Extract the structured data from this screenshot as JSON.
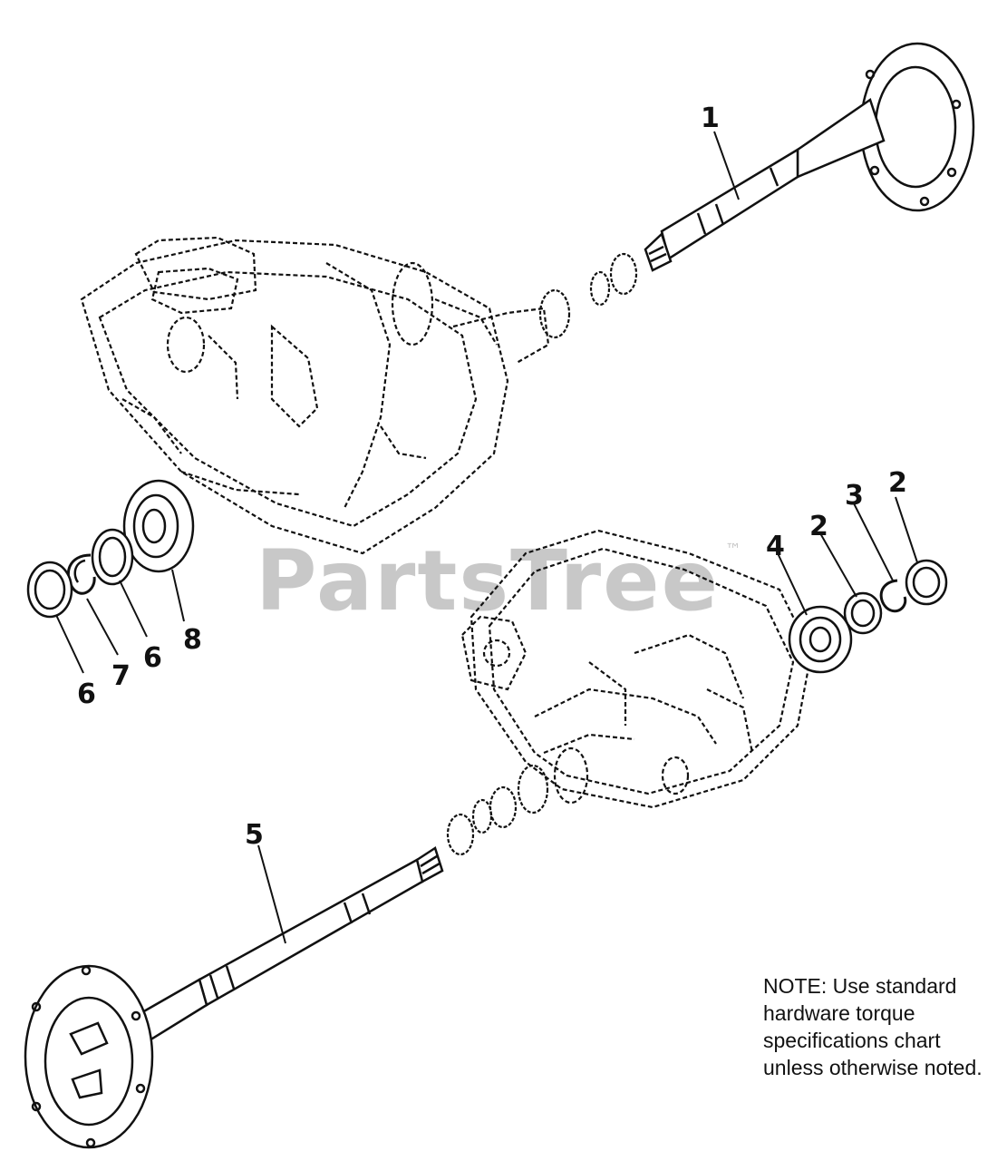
{
  "watermark": {
    "text": "PartsTree",
    "mark": "™",
    "color": "#c8c8c8"
  },
  "callouts": {
    "c1": "1",
    "c2a": "2",
    "c2b": "2",
    "c3": "3",
    "c4": "4",
    "c5": "5",
    "c6a": "6",
    "c6b": "6",
    "c7": "7",
    "c8": "8"
  },
  "note": {
    "lines": [
      "NOTE:  Use standard",
      "hardware torque",
      "specifications chart",
      "unless otherwise noted."
    ]
  },
  "colors": {
    "ink": "#111111",
    "background": "#ffffff"
  }
}
